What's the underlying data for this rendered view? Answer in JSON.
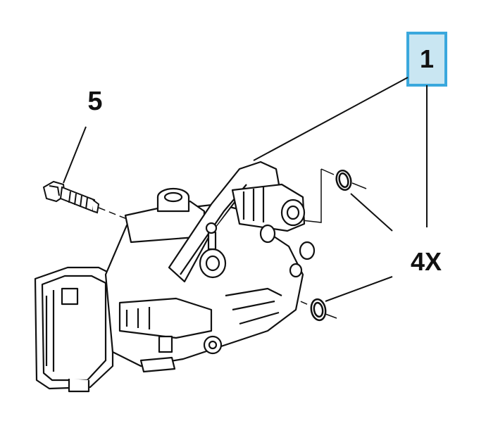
{
  "callouts": {
    "part_1": "1",
    "part_5": "5",
    "quantity": "4X"
  },
  "colors": {
    "highlight_fill": "#c9e6f2",
    "highlight_border": "#3aa8dd",
    "line": "#111111",
    "background": "#ffffff"
  },
  "icons": [
    "pedal-assembly-icon",
    "bolt-icon",
    "clip-icon"
  ]
}
